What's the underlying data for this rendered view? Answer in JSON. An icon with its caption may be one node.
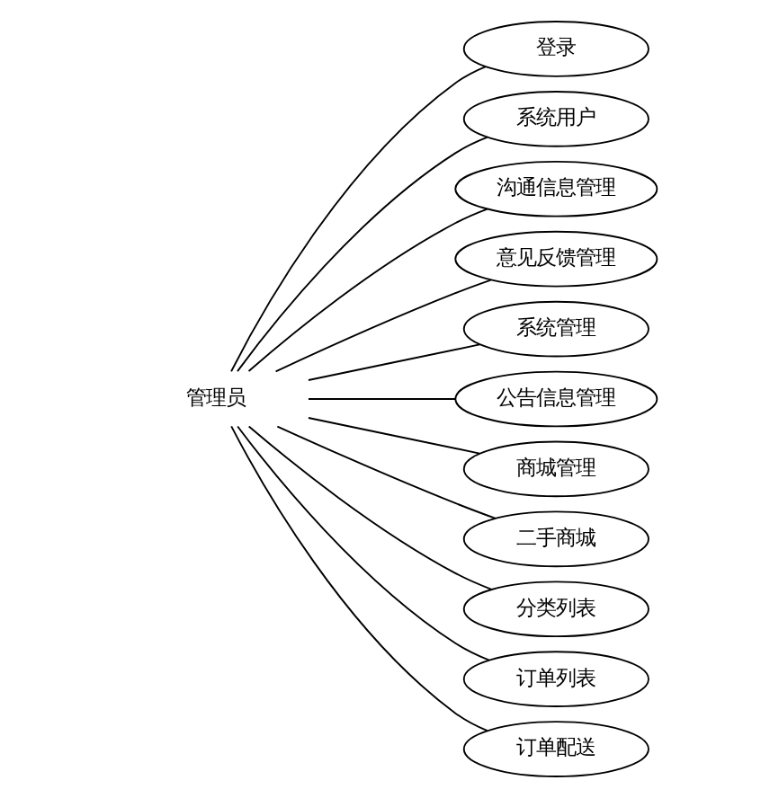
{
  "diagram": {
    "nodes": [
      {
        "text": [
          "管理员"
        ]
      },
      {
        "text": [
          "登录"
        ]
      },
      {
        "text": [
          "系统用户"
        ]
      },
      {
        "text": [
          "沟通信息管理"
        ]
      },
      {
        "text": [
          "意见反馈管理"
        ]
      },
      {
        "text": [
          "系统管理"
        ]
      },
      {
        "text": [
          "公告信息管理"
        ]
      },
      {
        "text": [
          "商城管理"
        ]
      },
      {
        "text": [
          "二手商城"
        ]
      },
      {
        "text": [
          "分类列表"
        ]
      },
      {
        "text": [
          "订单列表"
        ]
      },
      {
        "text": [
          "订单配送"
        ]
      }
    ],
    "edges": [
      {
        "from": 0,
        "to": 1,
        "arrow": "none"
      },
      {
        "from": 0,
        "to": 2,
        "arrow": "none"
      },
      {
        "from": 0,
        "to": 3,
        "arrow": "none"
      },
      {
        "from": 0,
        "to": 4,
        "arrow": "none"
      },
      {
        "from": 0,
        "to": 5,
        "arrow": "none"
      },
      {
        "from": 0,
        "to": 6,
        "arrow": "none"
      },
      {
        "from": 0,
        "to": 7,
        "arrow": "none"
      },
      {
        "from": 0,
        "to": 8,
        "arrow": "none"
      },
      {
        "from": 0,
        "to": 9,
        "arrow": "none"
      },
      {
        "from": 0,
        "to": 10,
        "arrow": "none"
      },
      {
        "from": 0,
        "to": 11,
        "arrow": "none"
      }
    ]
  }
}
